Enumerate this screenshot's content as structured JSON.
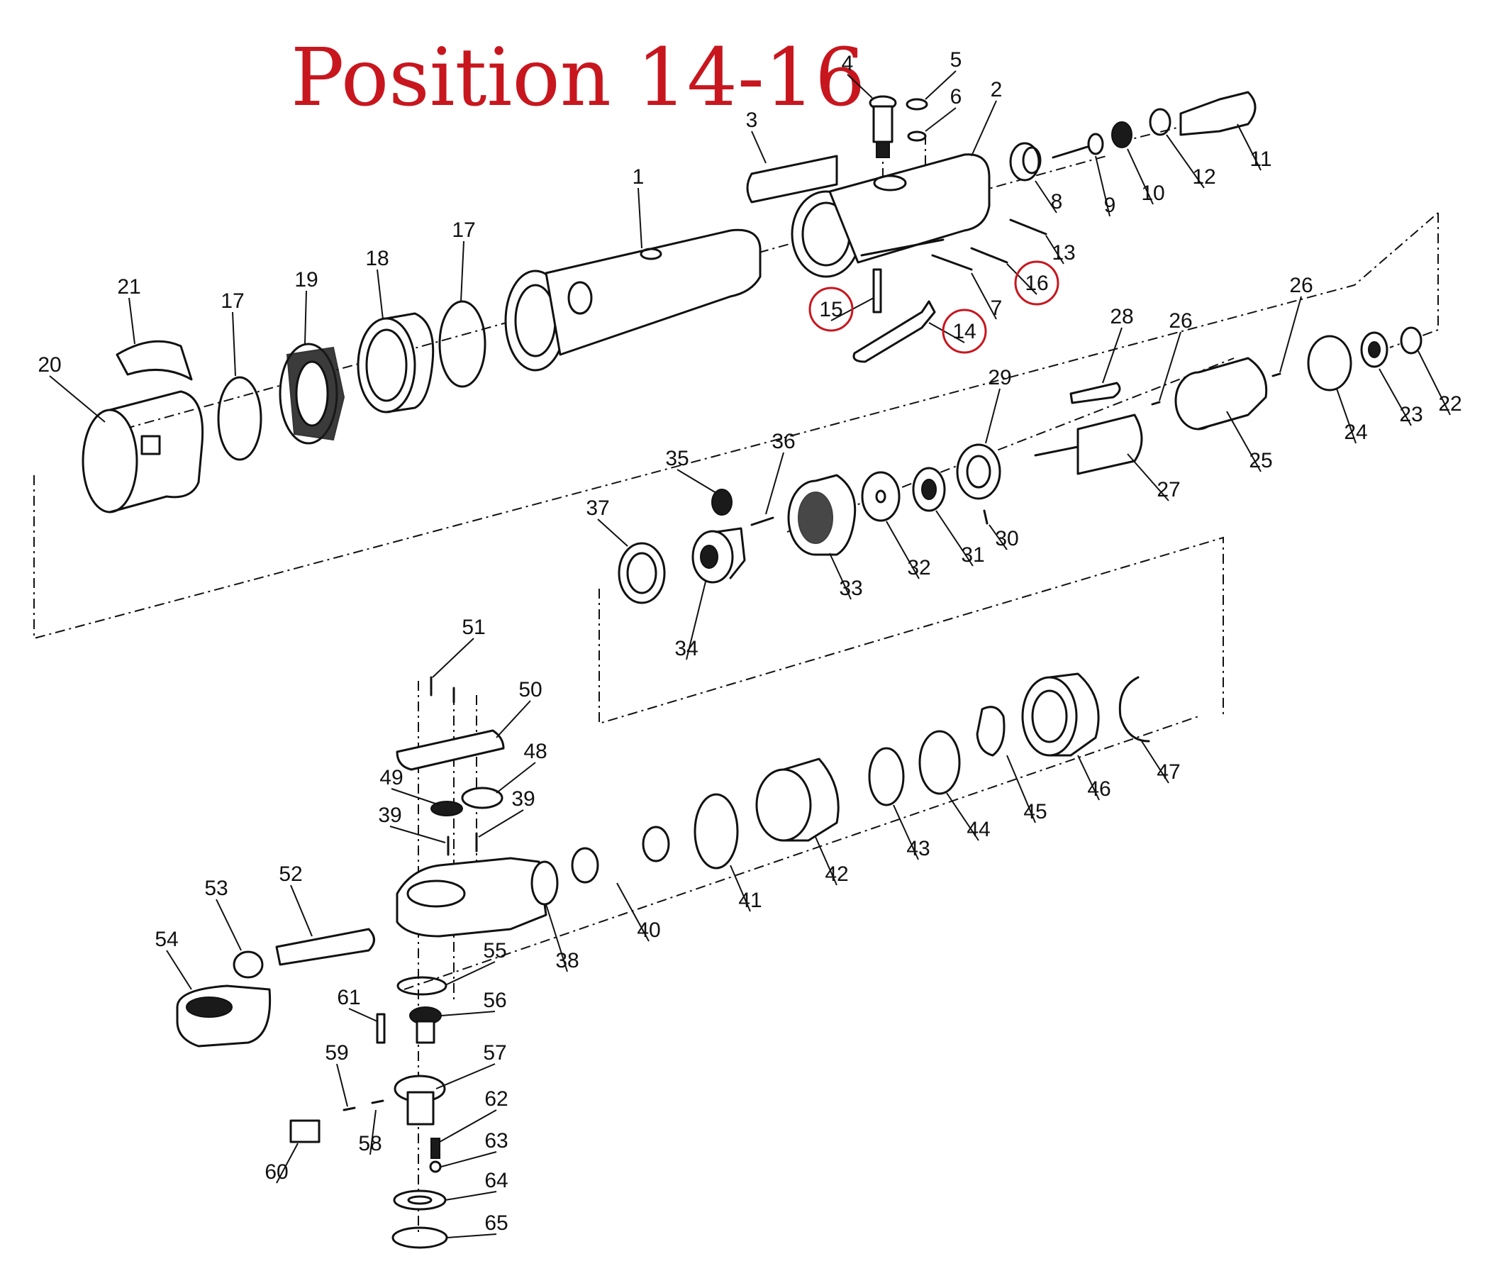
{
  "title": "Position 14-16",
  "highlight_color": "#c8161e",
  "highlighted_parts": [
    "14",
    "15",
    "16"
  ],
  "parts": [
    "1",
    "2",
    "3",
    "4",
    "5",
    "6",
    "7",
    "8",
    "9",
    "10",
    "11",
    "12",
    "13",
    "14",
    "15",
    "16",
    "17",
    "18",
    "19",
    "20",
    "21",
    "22",
    "23",
    "24",
    "25",
    "26",
    "27",
    "28",
    "29",
    "30",
    "31",
    "32",
    "33",
    "34",
    "35",
    "36",
    "37",
    "38",
    "39",
    "40",
    "41",
    "42",
    "43",
    "44",
    "45",
    "46",
    "47",
    "48",
    "49",
    "50",
    "51",
    "52",
    "53",
    "54",
    "55",
    "56",
    "57",
    "58",
    "59",
    "60",
    "61",
    "62",
    "63",
    "64",
    "65"
  ]
}
